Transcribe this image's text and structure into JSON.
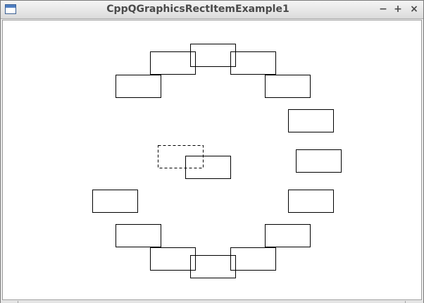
{
  "window": {
    "title": "CppQGraphicsRectItemExample1",
    "icon": "window-app-icon",
    "controls": {
      "minimize": "−",
      "maximize": "+",
      "close": "×"
    }
  },
  "scene": {
    "items": [
      {
        "type": "rect",
        "style": "solid"
      },
      {
        "type": "rect",
        "style": "solid"
      },
      {
        "type": "rect",
        "style": "solid"
      },
      {
        "type": "rect",
        "style": "solid"
      },
      {
        "type": "rect",
        "style": "solid"
      },
      {
        "type": "rect",
        "style": "solid"
      },
      {
        "type": "rect",
        "style": "solid"
      },
      {
        "type": "rect",
        "style": "solid"
      },
      {
        "type": "rect",
        "style": "solid"
      },
      {
        "type": "rect",
        "style": "solid"
      },
      {
        "type": "rect",
        "style": "solid"
      },
      {
        "type": "rect",
        "style": "solid"
      },
      {
        "type": "rect",
        "style": "solid"
      },
      {
        "type": "rect",
        "style": "solid"
      },
      {
        "type": "rect",
        "style": "solid"
      },
      {
        "type": "rect",
        "style": "dashed",
        "selected": true
      }
    ],
    "stroke_color": "#000000",
    "background": "#ffffff"
  }
}
